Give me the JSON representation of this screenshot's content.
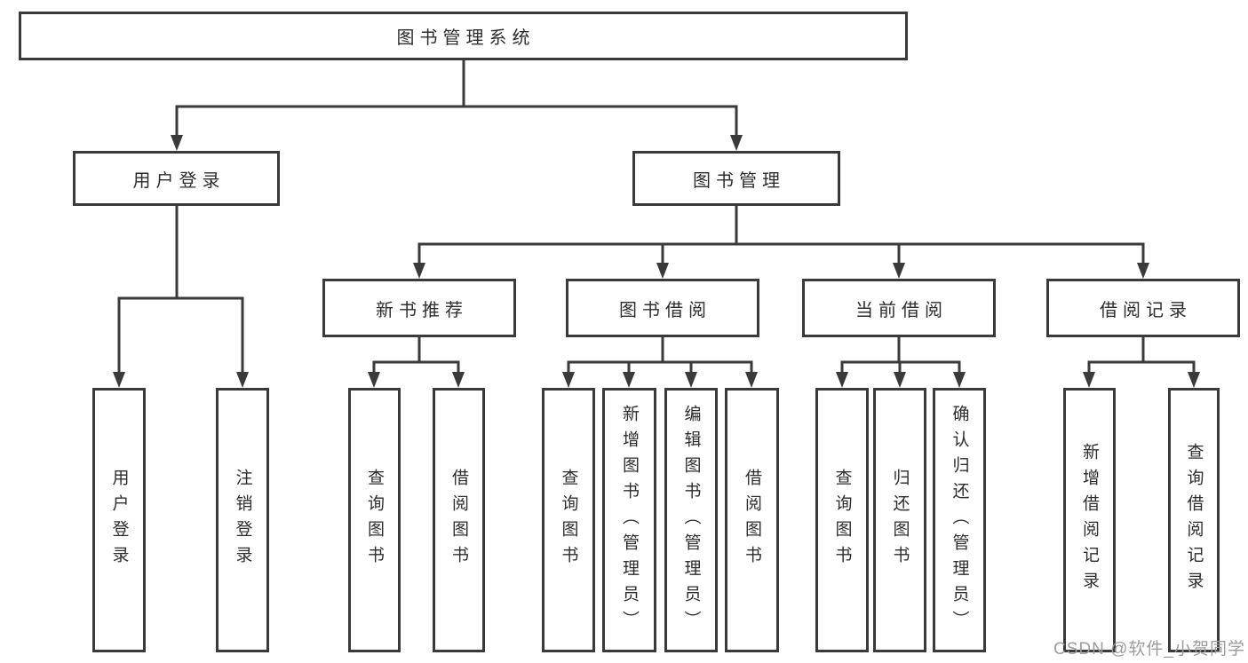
{
  "diagram": {
    "title": "图书管理系统",
    "root": {
      "label": "图书管理系统"
    },
    "branches": {
      "userLogin": {
        "label": "用户登录"
      },
      "bookManagement": {
        "label": "图书管理"
      }
    },
    "modules": {
      "newBooks": {
        "label": "新书推荐"
      },
      "borrow": {
        "label": "图书借阅"
      },
      "current": {
        "label": "当前借阅"
      },
      "records": {
        "label": "借阅记录"
      }
    },
    "leaves": {
      "login": {
        "label": "用户登录"
      },
      "logout": {
        "label": "注销登录"
      },
      "nbQuery": {
        "label": "查询图书"
      },
      "nbBorrow": {
        "label": "借阅图书"
      },
      "bQuery": {
        "label": "查询图书"
      },
      "bAdd": {
        "label": "新增图书（管理员）"
      },
      "bEdit": {
        "label": "编辑图书（管理员）"
      },
      "bBorrow": {
        "label": "借阅图书"
      },
      "cQuery": {
        "label": "查询图书"
      },
      "cReturn": {
        "label": "归还图书"
      },
      "cConfirm": {
        "label": "确认归还（管理员）"
      },
      "rAdd": {
        "label": "新增借阅记录"
      },
      "rQuery": {
        "label": "查询借阅记录"
      }
    }
  },
  "watermark": {
    "text": "CSDN @软件_小贺同学"
  },
  "colors": {
    "line": "#3a3a3a",
    "text": "#2d2d2d",
    "watermark": "#9c9c9c",
    "background": "#ffffff"
  }
}
